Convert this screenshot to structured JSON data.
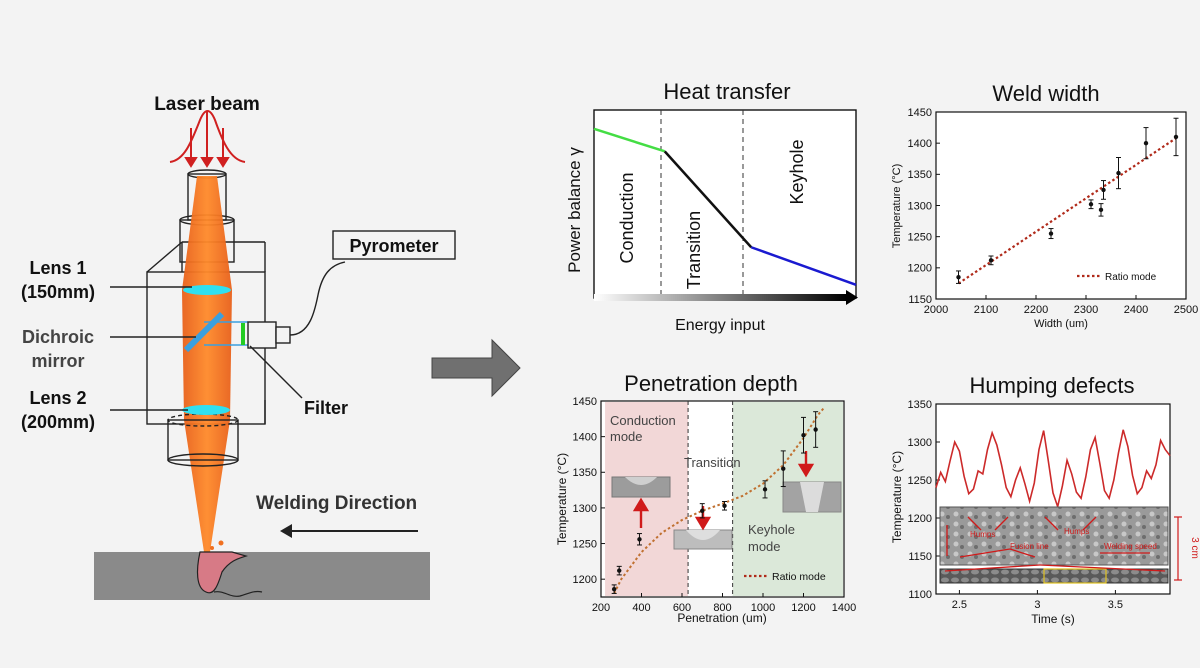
{
  "setup": {
    "laser_beam": "Laser beam",
    "pyrometer": "Pyrometer",
    "lens1": [
      "Lens 1",
      "(150mm)"
    ],
    "dichroic": [
      "Dichroic",
      "mirror"
    ],
    "lens2": [
      "Lens 2",
      "(200mm)"
    ],
    "filter": "Filter",
    "welding_direction": "Welding Direction"
  },
  "colors": {
    "beam": "#f07020",
    "lens": "#30e0f0",
    "mirror": "#3aa0e0",
    "laser_arrows": "#d02020",
    "arrow_fill": "#707070",
    "workpiece": "#8a8a8a",
    "conduction_line": "#44dd44",
    "transition_line": "#111111",
    "keyhole_line": "#1a1ad0",
    "ratio_mode": "#b02a1a",
    "conduction_zone": "#f2d7d7",
    "keyhole_zone": "#dbe8d9",
    "humping_line": "#cc2a2a"
  },
  "chart_data": [
    {
      "type": "line",
      "title": "Heat transfer",
      "xlabel": "Energy input",
      "ylabel": "Power balance γ",
      "regions": [
        "Conduction",
        "Transition",
        "Keyhole"
      ],
      "series": [
        {
          "x": [
            0,
            0.27
          ],
          "y": [
            0.9,
            0.78
          ]
        },
        {
          "x": [
            0.27,
            0.6
          ],
          "y": [
            0.78,
            0.27
          ]
        },
        {
          "x": [
            0.6,
            1.0
          ],
          "y": [
            0.27,
            0.07
          ]
        }
      ]
    },
    {
      "type": "scatter",
      "title": "Weld width",
      "xlabel": "Width (um)",
      "ylabel": "Temperature (°C)",
      "xlim": [
        2000,
        2500
      ],
      "ylim": [
        1150,
        1450
      ],
      "xticks": [
        "2000",
        "2100",
        "2200",
        "2300",
        "2400",
        "2500"
      ],
      "yticks": [
        "1150",
        "1200",
        "1250",
        "1300",
        "1350",
        "1400",
        "1450"
      ],
      "legend": "Ratio mode",
      "fit": {
        "x": [
          2045,
          2480
        ],
        "y": [
          1175,
          1408
        ]
      },
      "points": [
        {
          "x": 2045,
          "y": 1185,
          "err": 10
        },
        {
          "x": 2110,
          "y": 1212,
          "err": 7
        },
        {
          "x": 2230,
          "y": 1255,
          "err": 8
        },
        {
          "x": 2310,
          "y": 1302,
          "err": 7
        },
        {
          "x": 2330,
          "y": 1293,
          "err": 10
        },
        {
          "x": 2335,
          "y": 1325,
          "err": 15
        },
        {
          "x": 2365,
          "y": 1352,
          "err": 25
        },
        {
          "x": 2420,
          "y": 1400,
          "err": 25
        },
        {
          "x": 2480,
          "y": 1410,
          "err": 30
        }
      ]
    },
    {
      "type": "scatter",
      "title": "Penetration depth",
      "xlabel": "Penetration (um)",
      "ylabel": "Temperature (°C)",
      "xlim": [
        200,
        1400
      ],
      "ylim": [
        1175,
        1450
      ],
      "xticks": [
        "200",
        "400",
        "600",
        "800",
        "1000",
        "1200",
        "1400"
      ],
      "yticks": [
        "1200",
        "1250",
        "1300",
        "1350",
        "1400",
        "1450"
      ],
      "legend": "Ratio mode",
      "zones": [
        "Conduction",
        "mode",
        "Transition",
        "Keyhole",
        "mode"
      ],
      "zone_bounds": [
        220,
        630,
        850,
        1300
      ],
      "fit": {
        "x": [
          265,
          300,
          400,
          500,
          600,
          700,
          800,
          900,
          1000,
          1100,
          1200,
          1270,
          1300
        ],
        "y": [
          1180,
          1200,
          1238,
          1265,
          1283,
          1296,
          1306,
          1317,
          1334,
          1360,
          1398,
          1430,
          1440
        ]
      },
      "points": [
        {
          "x": 265,
          "y": 1186,
          "err": 6
        },
        {
          "x": 290,
          "y": 1212,
          "err": 6
        },
        {
          "x": 390,
          "y": 1256,
          "err": 8
        },
        {
          "x": 700,
          "y": 1296,
          "err": 10
        },
        {
          "x": 810,
          "y": 1303,
          "err": 6
        },
        {
          "x": 1010,
          "y": 1326,
          "err": 12
        },
        {
          "x": 1100,
          "y": 1355,
          "err": 25
        },
        {
          "x": 1200,
          "y": 1402,
          "err": 25
        },
        {
          "x": 1260,
          "y": 1410,
          "err": 25
        }
      ]
    },
    {
      "type": "line",
      "title": "Humping defects",
      "xlabel": "Time (s)",
      "ylabel": "Temperature (°C)",
      "xlim": [
        2.35,
        3.85
      ],
      "ylim": [
        1100,
        1350
      ],
      "xticks": [
        "2.5",
        "3",
        "3.5"
      ],
      "yticks": [
        "1100",
        "1150",
        "1200",
        "1250",
        "1300",
        "1350"
      ],
      "scale_label": "3 cm",
      "image_labels": [
        "Humps",
        "Humps",
        "Fusion line",
        "Welding speed"
      ],
      "series": [
        {
          "x": [
            2.35,
            2.38,
            2.41,
            2.44,
            2.47,
            2.5,
            2.53,
            2.56,
            2.59,
            2.62,
            2.65,
            2.68,
            2.71,
            2.74,
            2.77,
            2.8,
            2.83,
            2.86,
            2.89,
            2.92,
            2.95,
            2.98,
            3.01,
            3.04,
            3.07,
            3.1,
            3.13,
            3.16,
            3.19,
            3.22,
            3.25,
            3.28,
            3.31,
            3.34,
            3.37,
            3.4,
            3.43,
            3.46,
            3.49,
            3.52,
            3.55,
            3.58,
            3.61,
            3.64,
            3.67,
            3.7,
            3.73,
            3.76,
            3.79,
            3.82,
            3.85
          ],
          "y": [
            1240,
            1260,
            1248,
            1275,
            1300,
            1288,
            1255,
            1232,
            1238,
            1262,
            1258,
            1290,
            1312,
            1296,
            1270,
            1240,
            1228,
            1250,
            1266,
            1245,
            1222,
            1246,
            1290,
            1315,
            1275,
            1233,
            1215,
            1242,
            1276,
            1258,
            1234,
            1226,
            1254,
            1290,
            1306,
            1272,
            1236,
            1226,
            1250,
            1286,
            1316,
            1294,
            1256,
            1232,
            1240,
            1262,
            1252,
            1270,
            1302,
            1290,
            1282
          ]
        }
      ]
    }
  ]
}
